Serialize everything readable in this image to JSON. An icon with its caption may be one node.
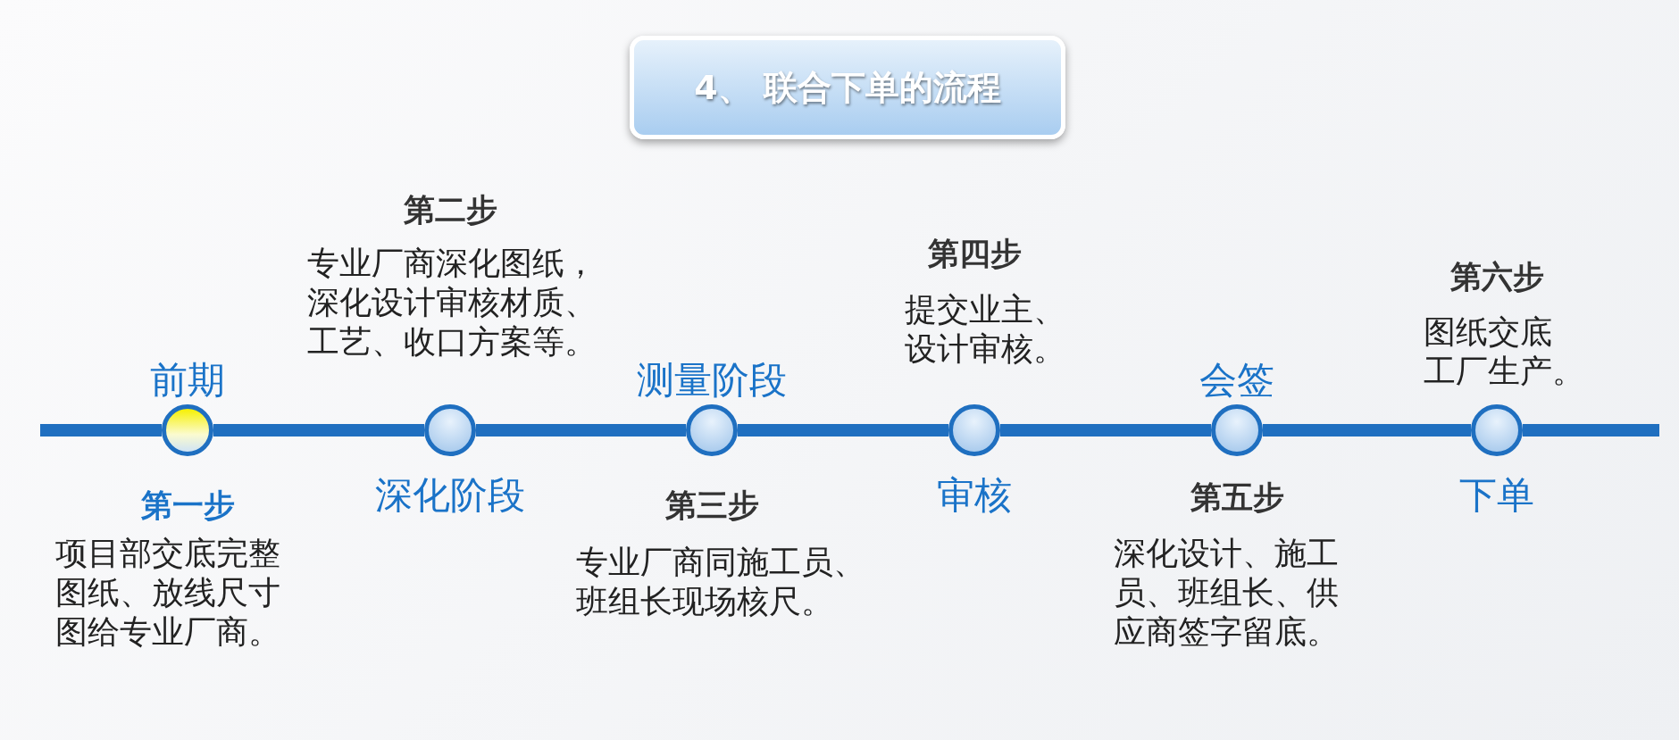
{
  "diagram": {
    "title": "4、 联合下单的流程",
    "nodes": [
      {
        "text": [],
        "shape": "circle",
        "beside": [
          "前期",
          "第一步",
          "项目部交底完整图纸、放线尺寸图给专业厂商。"
        ]
      },
      {
        "text": [],
        "shape": "circle",
        "beside": [
          "深化阶段",
          "第二步",
          "专业厂商深化图纸，深化设计审核材质、工艺、收口方案等。"
        ]
      },
      {
        "text": [],
        "shape": "circle",
        "beside": [
          "测量阶段",
          "第三步",
          "专业厂商同施工员、班组长现场核尺。"
        ]
      },
      {
        "text": [],
        "shape": "circle",
        "beside": [
          "审核",
          "第四步",
          "提交业主、设计审核。"
        ]
      },
      {
        "text": [],
        "shape": "circle",
        "beside": [
          "会签",
          "第五步",
          "深化设计、施工员、班组长、供应商签字留底。"
        ]
      },
      {
        "text": [],
        "shape": "circle",
        "beside": [
          "下单",
          "第六步",
          "图纸交底工厂生产。"
        ]
      }
    ],
    "edges": [
      {
        "from": 0,
        "to": 1,
        "arrow": "none"
      },
      {
        "from": 1,
        "to": 2,
        "arrow": "none"
      },
      {
        "from": 2,
        "to": 3,
        "arrow": "none"
      },
      {
        "from": 3,
        "to": 4,
        "arrow": "none"
      },
      {
        "from": 4,
        "to": 5,
        "arrow": "none"
      }
    ]
  }
}
